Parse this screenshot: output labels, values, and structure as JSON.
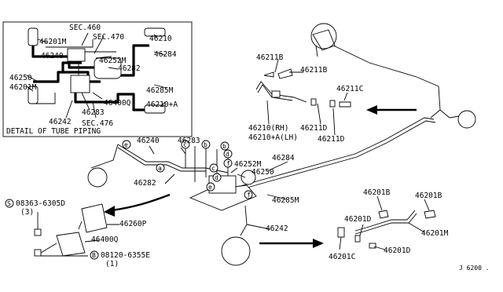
{
  "inset": {
    "caption": "DETAIL OF TUBE PIPING",
    "labels": [
      "SEC.460",
      "SEC.470",
      "46201M",
      "46240",
      "46252M",
      "46282",
      "46250",
      "46201M",
      "46242",
      "46283",
      "SEC.476",
      "46400Q",
      "46210",
      "46284",
      "46285M",
      "46210+A"
    ]
  },
  "right": {
    "labels": [
      "46211B",
      "46211B",
      "46211C",
      "46210(RH)",
      "46210+A(LH)",
      "46211D",
      "46211D"
    ]
  },
  "center": {
    "labels": [
      "46240",
      "46283",
      "46282",
      "46252M",
      "46250",
      "46284",
      "46285M",
      "46242"
    ],
    "callouts": [
      "e",
      "a",
      "c",
      "b",
      "b",
      "d",
      "f",
      "c",
      "d",
      "f",
      "e"
    ]
  },
  "left": {
    "labels": [
      "08363-6305D",
      "(3)",
      "46260P",
      "46400Q",
      "08120-6355E",
      "(1)"
    ],
    "circ_letters": [
      "S",
      "B"
    ]
  },
  "bottom_right": {
    "labels": [
      "46201B",
      "46201B",
      "46201D",
      "46201M",
      "46201C",
      "46201D"
    ]
  },
  "footer": {
    "code": "J 6200 ."
  }
}
